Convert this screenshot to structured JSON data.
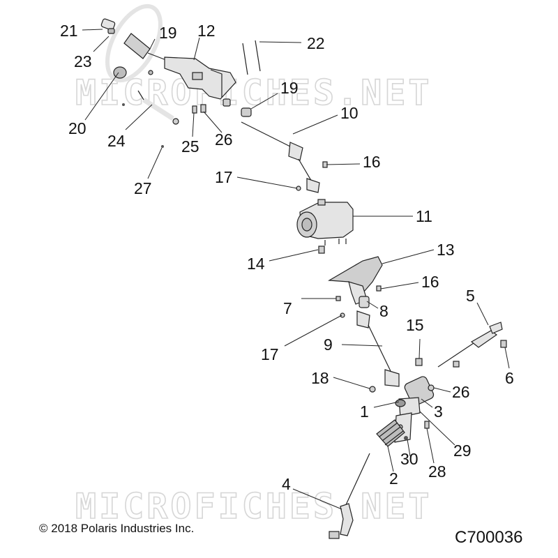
{
  "watermark": "MICROFICHES.NET",
  "copyright": "© 2018 Polaris Industries Inc.",
  "diagram_code": "C700036",
  "colors": {
    "ink": "#111111",
    "part_fill": "#e4e4e4",
    "part_shade": "#bdbdbd",
    "watermark": "#d6d6d6"
  },
  "callouts": [
    {
      "id": "c21a",
      "label": "21"
    },
    {
      "id": "c19a",
      "label": "19"
    },
    {
      "id": "c12",
      "label": "12"
    },
    {
      "id": "c22",
      "label": "22"
    },
    {
      "id": "c23",
      "label": "23"
    },
    {
      "id": "c19b",
      "label": "19"
    },
    {
      "id": "c10",
      "label": "10"
    },
    {
      "id": "c20",
      "label": "20"
    },
    {
      "id": "c24",
      "label": "24"
    },
    {
      "id": "c25",
      "label": "25"
    },
    {
      "id": "c26a",
      "label": "26"
    },
    {
      "id": "c16a",
      "label": "16"
    },
    {
      "id": "c17a",
      "label": "17"
    },
    {
      "id": "c27",
      "label": "27"
    },
    {
      "id": "c11",
      "label": "11"
    },
    {
      "id": "c13",
      "label": "13"
    },
    {
      "id": "c14",
      "label": "14"
    },
    {
      "id": "c16b",
      "label": "16"
    },
    {
      "id": "c5",
      "label": "5"
    },
    {
      "id": "c7",
      "label": "7"
    },
    {
      "id": "c8",
      "label": "8"
    },
    {
      "id": "c15",
      "label": "15"
    },
    {
      "id": "c9",
      "label": "9"
    },
    {
      "id": "c17b",
      "label": "17"
    },
    {
      "id": "c6",
      "label": "6"
    },
    {
      "id": "c18",
      "label": "18"
    },
    {
      "id": "c26b",
      "label": "26"
    },
    {
      "id": "c1",
      "label": "1"
    },
    {
      "id": "c3",
      "label": "3"
    },
    {
      "id": "c29",
      "label": "29"
    },
    {
      "id": "c30",
      "label": "30"
    },
    {
      "id": "c28",
      "label": "28"
    },
    {
      "id": "c2",
      "label": "2"
    },
    {
      "id": "c4",
      "label": "4"
    }
  ]
}
